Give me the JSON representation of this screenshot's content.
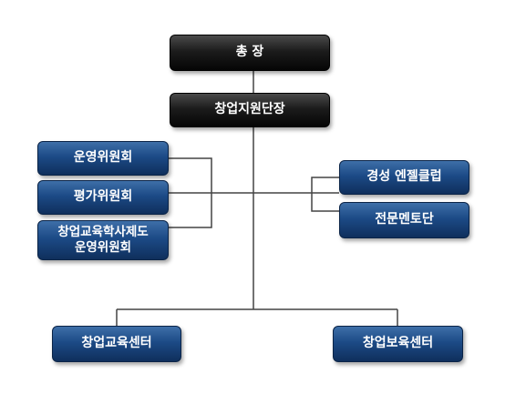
{
  "nodes": {
    "president": "총 장",
    "startup_support_director": "창업지원단장",
    "steering_committee": "운영위원회",
    "evaluation_committee": "평가위원회",
    "startup_edu_committee": "창업교육학사제도\n운영위원회",
    "kyungsung_angel_club": "경성 엔젤클럽",
    "expert_mentor_group": "전문멘토단",
    "startup_education_center": "창업교육센터",
    "startup_incubation_center": "창업보육센터"
  },
  "colors": {
    "top_boxes": "#111111",
    "unit_boxes": "#1c4a86",
    "lines": "#444444"
  }
}
